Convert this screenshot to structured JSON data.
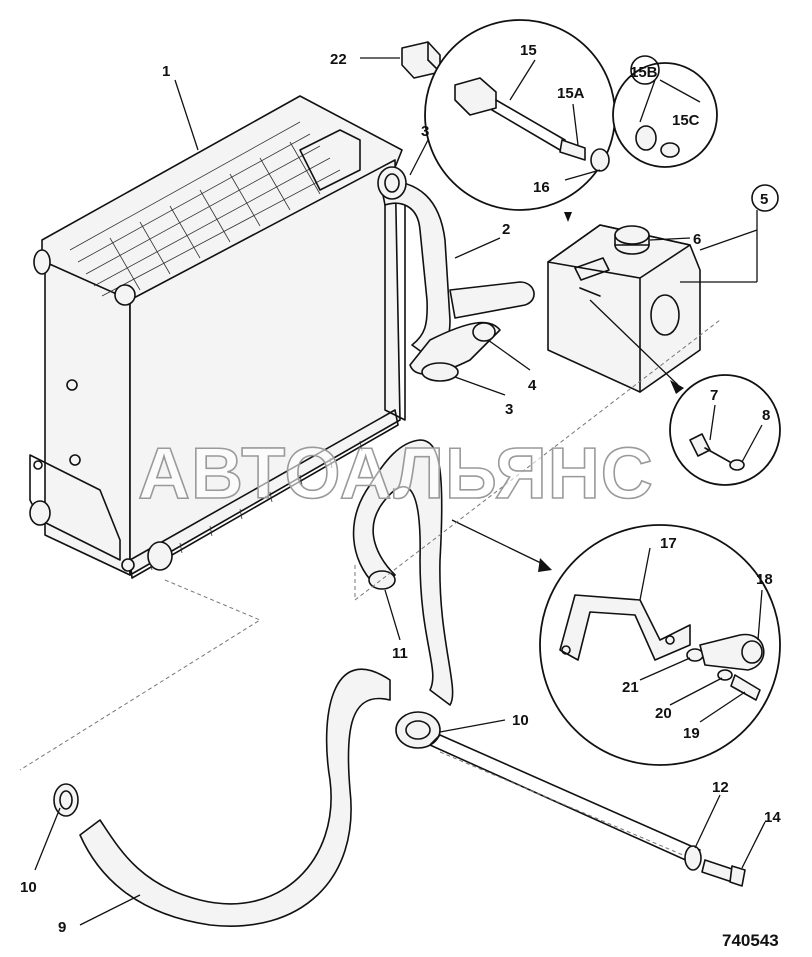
{
  "diagram": {
    "drawing_number": "740543",
    "watermark": "АВТОАЛЬЯНС",
    "callouts": {
      "c1": "1",
      "c2": "2",
      "c3a": "3",
      "c3b": "3",
      "c4": "4",
      "c5": "5",
      "c6": "6",
      "c7": "7",
      "c8": "8",
      "c9": "9",
      "c10a": "10",
      "c10b": "10",
      "c11": "11",
      "c12": "12",
      "c14": "14",
      "c15": "15",
      "c15a": "15A",
      "c15b": "15B",
      "c15c": "15C",
      "c16": "16",
      "c17": "17",
      "c18": "18",
      "c19": "19",
      "c20": "20",
      "c21": "21",
      "c22": "22"
    }
  }
}
